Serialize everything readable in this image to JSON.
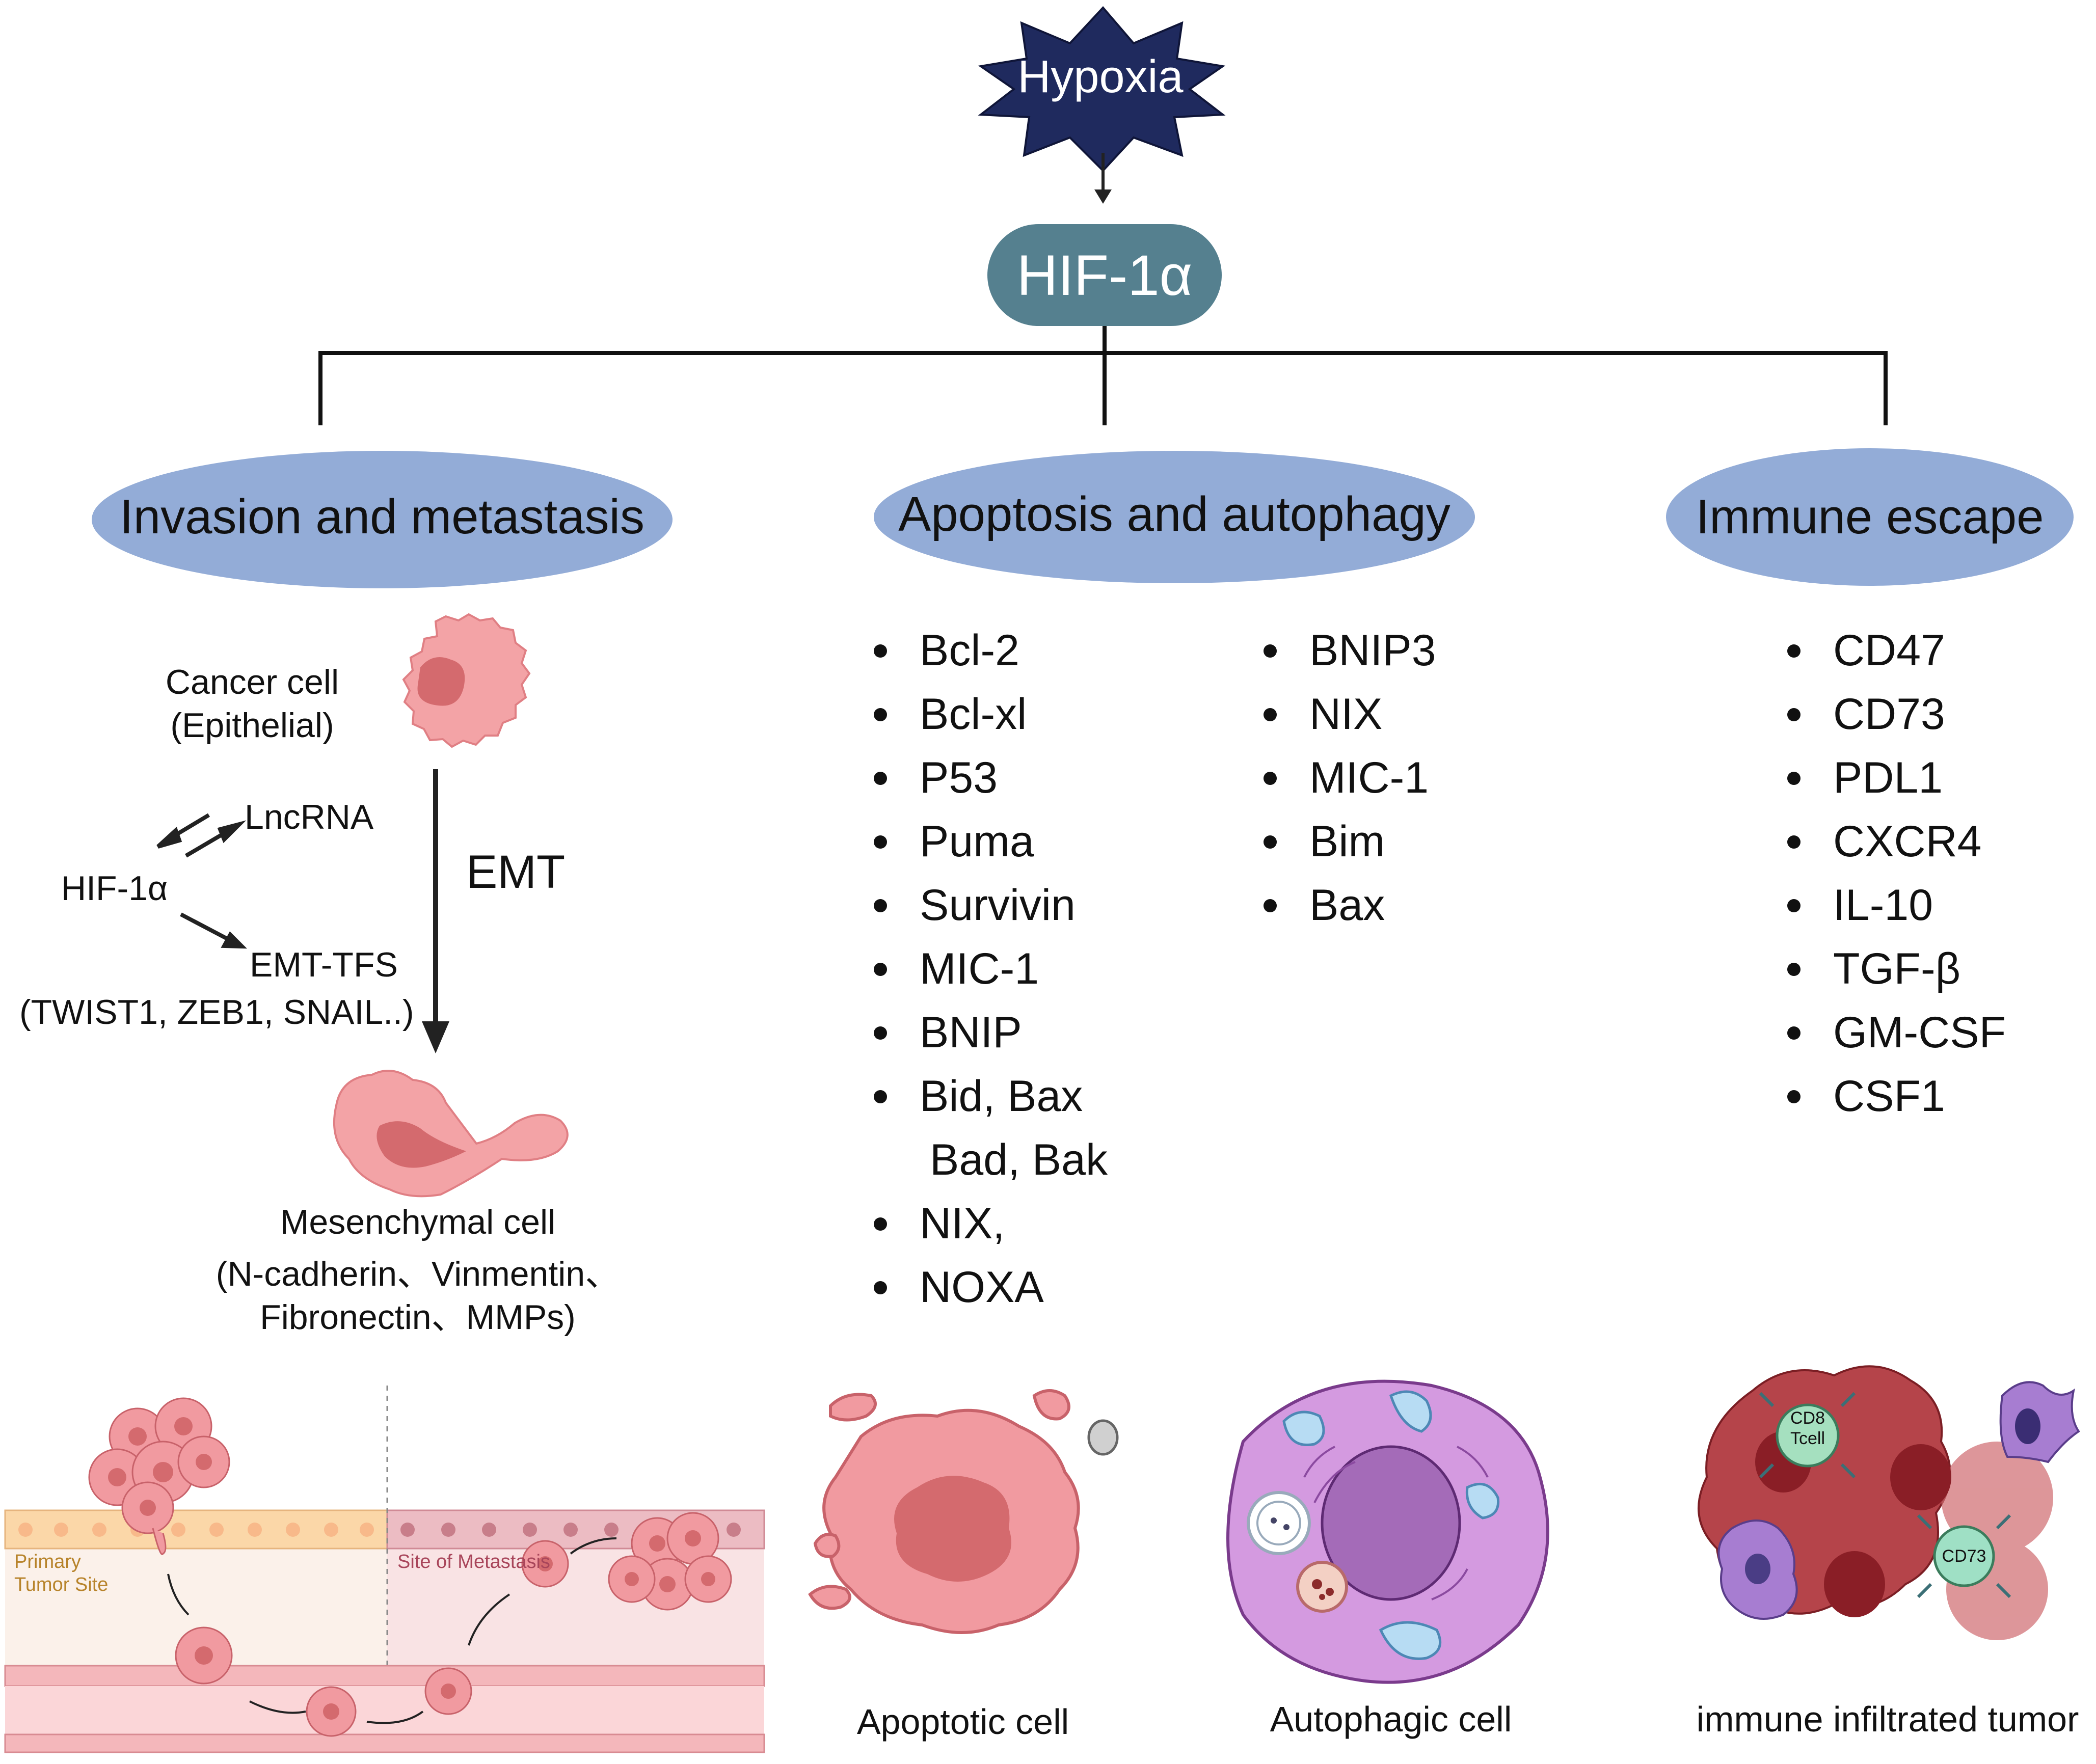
{
  "hypoxia": "Hypoxia",
  "hif": "HIF-1α",
  "categories": {
    "invasion": "Invasion and  metastasis",
    "apoptosis": "Apoptosis and autophagy",
    "immune": "Immune escape"
  },
  "invasion": {
    "cancer_cell_line1": "Cancer cell",
    "cancer_cell_line2": "(Epithelial)",
    "lncrna": "LncRNA",
    "hif": "HIF-1α",
    "emt_tfs": "EMT-TFS",
    "emt_tfs_examples": "(TWIST1, ZEB1, SNAIL..)",
    "emt": "EMT",
    "mesenchymal_line1": "Mesenchymal cell",
    "mesenchymal_line2": "(N-cadherin、Vinmentin、",
    "mesenchymal_line3": "Fibronectin、MMPs)",
    "primary_line1": "Primary",
    "primary_line2": "Tumor Site",
    "metastasis_site": "Site of Metastasis"
  },
  "apoptosis_list1": [
    "Bcl-2",
    "Bcl-xl",
    "P53",
    "Puma",
    "Survivin",
    "MIC-1",
    " BNIP",
    "Bid, Bax",
    "Bad, Bak",
    "NIX,",
    "NOXA"
  ],
  "apoptosis_list2": [
    "BNIP3",
    "NIX",
    "MIC-1",
    "Bim",
    "Bax"
  ],
  "immune_list": [
    "CD47",
    "CD73",
    "PDL1",
    "CXCR4",
    "IL-10",
    "TGF-β",
    "GM-CSF",
    "CSF1"
  ],
  "captions": {
    "apoptotic": "Apoptotic cell",
    "autophagic": "Autophagic cell",
    "immune": "immune infiltrated tumor"
  },
  "immune_figure": {
    "cd8_line1": "CD8",
    "cd8_line2": "Tcell",
    "cd73": "CD73"
  },
  "colors": {
    "hypoxia_star": "#1f2a5e",
    "hif_pill": "#55808f",
    "category_ellipse": "#93acd7",
    "cancer_cell": "#f3a3a6",
    "nucleus": "#d46a6e",
    "autophagic_cell": "#c98ad8",
    "immune_tumor": "#b5444a"
  }
}
